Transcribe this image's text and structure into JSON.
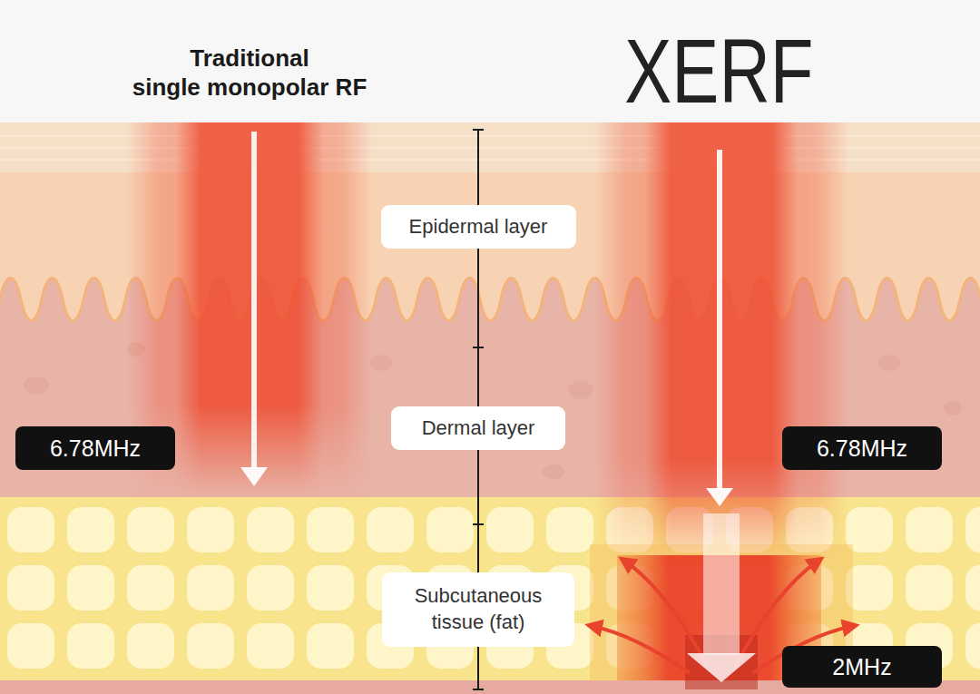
{
  "diagram": {
    "nodes": [
      {
        "text": [
          "Epidermal layer"
        ]
      },
      {
        "text": [
          "6.78MHz"
        ]
      },
      {
        "text": [
          "Dermal layer"
        ]
      },
      {
        "text": [
          "6.78MHz"
        ]
      },
      {
        "text": [
          "Subcutaneous tissue (fat)"
        ]
      },
      {
        "text": [
          "2MHz"
        ]
      }
    ],
    "labels": [
      "Traditional single monopolar RF",
      "XERF"
    ]
  }
}
